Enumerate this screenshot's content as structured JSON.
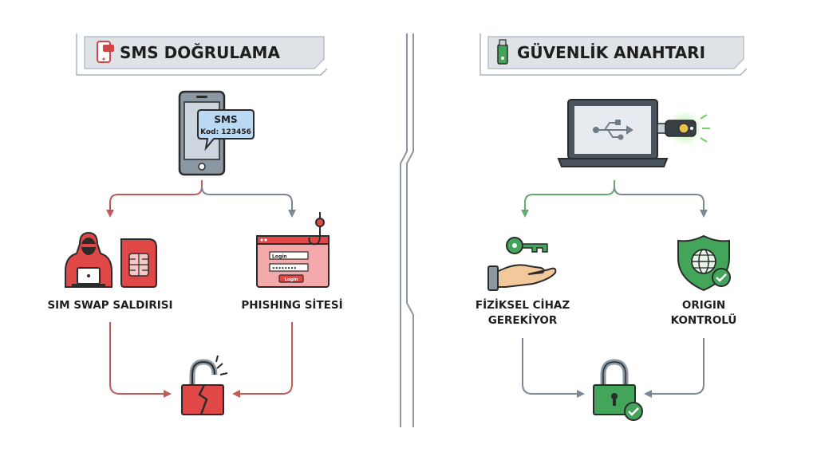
{
  "left": {
    "title": "SMS DOĞRULAMA",
    "sms_bubble": {
      "heading": "SMS",
      "code": "Kod: 123456"
    },
    "phishing_form": {
      "field_label": "Login",
      "password_mask": "••••••••",
      "button_label": "Login"
    },
    "label_sim_swap": "SIM SWAP SALDIRISI",
    "label_phishing": "PHISHING SİTESİ"
  },
  "right": {
    "title": "GÜVENLİK ANAHTARI",
    "label_physical_line1": "FİZİKSEL CİHAZ",
    "label_physical_line2": "GEREKİYOR",
    "label_origin_line1": "ORIGIN",
    "label_origin_line2": "KONTROLÜ"
  },
  "colors": {
    "danger_red": "#e04848",
    "danger_arrow": "#c25a5a",
    "success_green": "#43a55a",
    "success_arrow": "#5fae6a",
    "neutral_gray": "#7c8794",
    "banner_gray": "#dfe3e7"
  }
}
